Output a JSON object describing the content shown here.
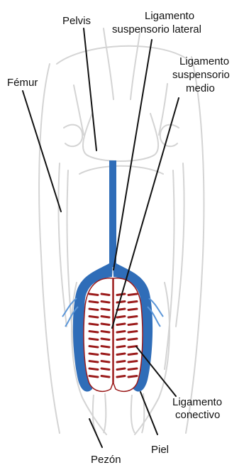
{
  "colors": {
    "outline": "#d4d4d4",
    "ligament": "#2f6db8",
    "ligament_highlight": "#5b96d8",
    "fold_marks": "#9b1b1b",
    "udder_outline": "#9b1b1b",
    "leader_line": "#111111"
  },
  "labels": {
    "pelvis": "Pelvis",
    "lateral_line1": "Ligamento",
    "lateral_line2": "suspensorio lateral",
    "medial_line1": "Ligamento",
    "medial_line2": "suspensorio",
    "medial_line3": "medio",
    "femur": "Fémur",
    "connective_line1": "Ligamento",
    "connective_line2": "conectivo",
    "skin": "Piel",
    "teat": "Pezón"
  }
}
